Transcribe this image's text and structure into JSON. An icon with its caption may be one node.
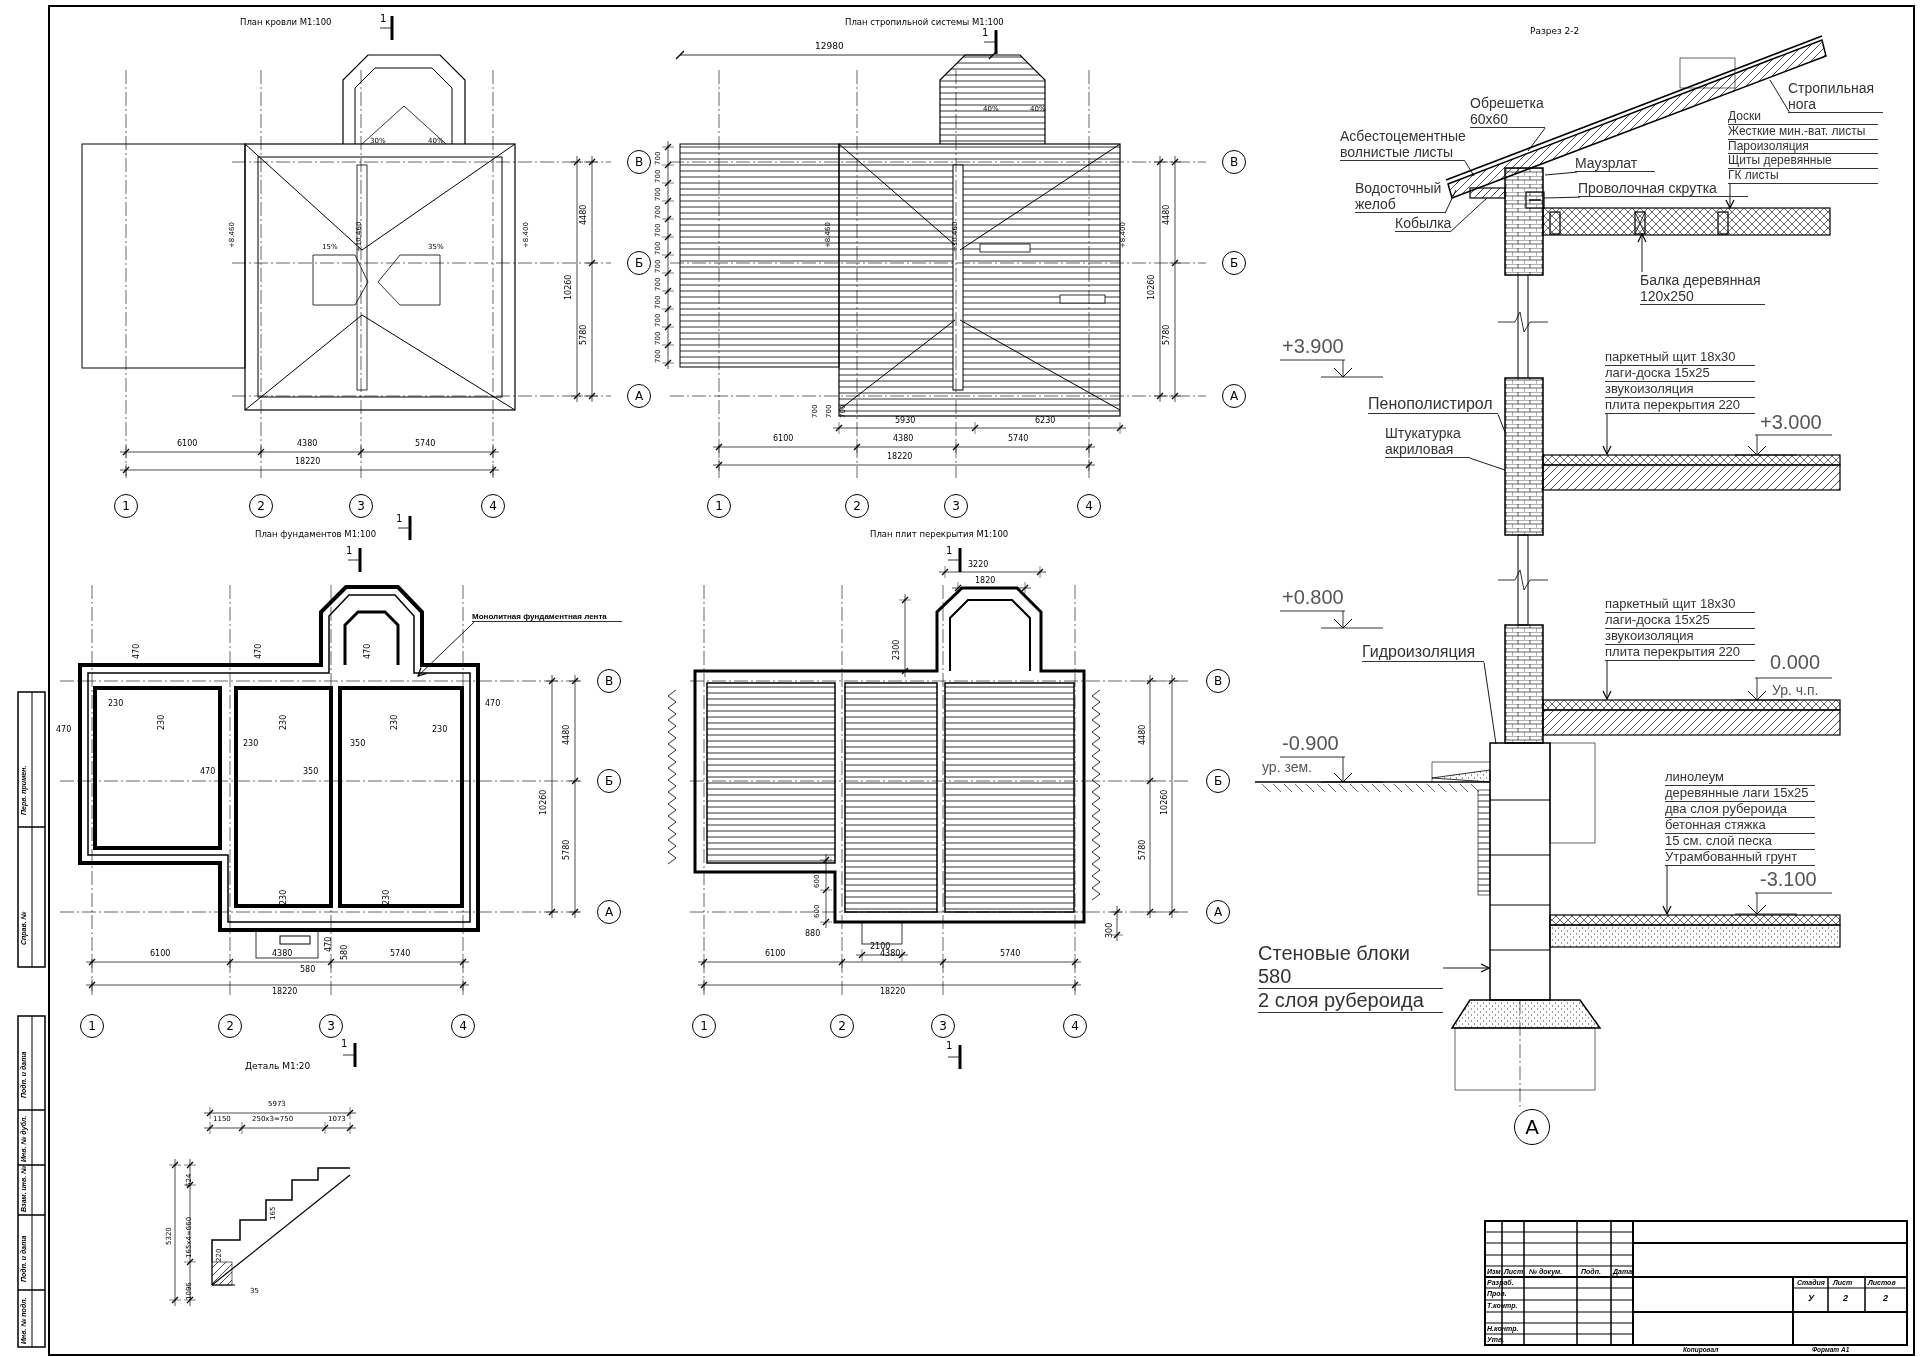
{
  "diagram": {
    "nodes": [
      {
        "text": [
          "1"
        ]
      },
      {
        "text": [
          "2"
        ]
      },
      {
        "text": [
          "3"
        ]
      },
      {
        "text": [
          "4"
        ]
      },
      {
        "text": [
          "В"
        ]
      },
      {
        "text": [
          "Б"
        ]
      },
      {
        "text": [
          "А"
        ]
      },
      {
        "text": [
          "1"
        ]
      },
      {
        "text": [
          "2"
        ]
      },
      {
        "text": [
          "3"
        ]
      },
      {
        "text": [
          "4"
        ]
      },
      {
        "text": [
          "В"
        ]
      },
      {
        "text": [
          "Б"
        ]
      },
      {
        "text": [
          "А"
        ]
      },
      {
        "text": [
          "Стропильная нога"
        ]
      },
      {
        "text": [
          "Обрешетка 60x60"
        ]
      },
      {
        "text": [
          "Асбестоцементные волнистые листы"
        ]
      },
      {
        "text": [
          "Водосточный желоб"
        ]
      },
      {
        "text": [
          "Кобылка"
        ]
      },
      {
        "text": [
          "Маузрлат"
        ]
      },
      {
        "text": [
          "Проволочная скрутка"
        ]
      },
      {
        "text": [
          "Доски",
          "Жесткие мин.-ват. листы",
          "Пароизоляция",
          "Щиты деревянные",
          "ГК листы"
        ]
      },
      {
        "text": [
          "Балка деревянная 120x250"
        ]
      },
      {
        "text": [
          "Пенополистирол"
        ]
      },
      {
        "text": [
          "Штукатурка акриловая"
        ]
      },
      {
        "text": [
          "паркетный щит 18x30",
          "лаги-доска 15x25",
          "звукоизоляция",
          "плита перекрытия 220"
        ]
      },
      {
        "text": [
          "паркетный щит 18x30",
          "лаги-доска 15x25",
          "звукоизоляция",
          "плита перекрытия 220"
        ]
      },
      {
        "text": [
          "Гидроизоляция"
        ]
      },
      {
        "text": [
          "линолеум",
          "деревянные лаги 15x25",
          "два слоя рубероида",
          "бетонная стяжка",
          "15 см. слой песка",
          "Утрамбованный грунт"
        ]
      },
      {
        "text": [
          "Стеновые блоки 580",
          "2 слоя рубероида"
        ]
      },
      {
        "text": [
          "Монолитная фундаментная лента"
        ]
      },
      {
        "text": [
          "1"
        ]
      },
      {
        "text": [
          "2"
        ]
      },
      {
        "text": [
          "3"
        ]
      },
      {
        "text": [
          "4"
        ]
      },
      {
        "text": [
          "В"
        ]
      },
      {
        "text": [
          "Б"
        ]
      },
      {
        "text": [
          "А"
        ]
      },
      {
        "text": [
          "1"
        ]
      },
      {
        "text": [
          "2"
        ]
      },
      {
        "text": [
          "3"
        ]
      },
      {
        "text": [
          "4"
        ]
      },
      {
        "text": [
          "В"
        ]
      },
      {
        "text": [
          "Б"
        ]
      },
      {
        "text": [
          "А"
        ]
      },
      {
        "text": [
          "А"
        ]
      },
      {
        "text": [],
        "shape": "bar"
      },
      {
        "text": [],
        "shape": "bar"
      },
      {
        "text": [],
        "shape": "bar"
      },
      {
        "text": [],
        "shape": "bar",
        "in": 48
      }
    ],
    "edges": [
      {
        "from": 14,
        "to": null,
        "arrow": "none"
      },
      {
        "from": 15,
        "to": null,
        "arrow": "none"
      },
      {
        "from": 16,
        "to": null,
        "arrow": "none"
      },
      {
        "from": 17,
        "to": null,
        "arrow": "none"
      },
      {
        "from": 18,
        "to": 46,
        "arrow": "none"
      },
      {
        "from": 19,
        "to": null,
        "arrow": "none"
      },
      {
        "from": 20,
        "to": 47,
        "arrow": "none"
      },
      {
        "from": 21,
        "to": 48,
        "arrow": "to"
      },
      {
        "from": 22,
        "to": 49,
        "arrow": "to"
      },
      {
        "from": 23,
        "to": null,
        "arrow": "none"
      },
      {
        "from": 24,
        "to": null,
        "arrow": "none"
      },
      {
        "from": 25,
        "to": null,
        "arrow": "to"
      },
      {
        "from": 26,
        "to": null,
        "arrow": "to"
      },
      {
        "from": 27,
        "to": null,
        "arrow": "none"
      },
      {
        "from": 28,
        "to": null,
        "arrow": "to"
      },
      {
        "from": 29,
        "to": null,
        "arrow": "to"
      },
      {
        "from": 30,
        "to": null,
        "arrow": "to"
      }
    ],
    "labels": [
      "План кровли М1:100",
      "План стропильной системы М1:100",
      "Разрез 2-2",
      "1",
      "1",
      "30%",
      "40%",
      "15%",
      "35%",
      "+8.460",
      "+10.460",
      "+8.400",
      "40%",
      "40%",
      "+8.460",
      "+10.460",
      "+8.400",
      "12980",
      "700",
      "700",
      "700",
      "700",
      "700",
      "700",
      "700",
      "700",
      "700",
      "700",
      "700",
      "700",
      "700",
      "700",
      "700",
      "5930",
      "6230",
      "6100",
      "4380",
      "5740",
      "18220",
      "4480",
      "10260",
      "5780",
      "6100",
      "4380",
      "5740",
      "18220",
      "4480",
      "10260",
      "5780",
      "+3.900",
      "+3.000",
      "План фундаментов М1:100",
      "План плит перекрытия М1:100",
      "1",
      "1",
      "1",
      "3220",
      "1820",
      "+0.800",
      "2300",
      "0.000",
      "Ур. ч.п.",
      "470",
      "470",
      "470",
      "230",
      "230",
      "230",
      "230",
      "470",
      "470",
      "230",
      "230",
      "350",
      "470",
      "350",
      "-0.900",
      "ур. зем.",
      "4480",
      "10260",
      "5780",
      "4480",
      "10260",
      "5780",
      "600",
      "600",
      "-3.100",
      "230",
      "230",
      "880",
      "300",
      "470",
      "580",
      "2100",
      "580",
      "6100",
      "4380",
      "5740",
      "6100",
      "4380",
      "5740",
      "18220",
      "18220",
      "1",
      "Деталь М1:20",
      "1",
      "5973",
      "1150",
      "250х3=750",
      "1073",
      "624",
      "5320",
      "165х4=660",
      "165",
      "220",
      "1096",
      "35",
      "Перв. примен.",
      "Справ. №",
      "Подп. и дата",
      "Инв. № дубл.",
      "Взам. инв. №",
      "Подп. и дата",
      "Инв. № подл.",
      "Изм.",
      "Лист",
      "№ докум.",
      "Подп.",
      "Дата",
      "Стадия",
      "Лист",
      "Листов",
      "Разраб.",
      "У",
      "2",
      "2",
      "Пров.",
      "Т.контр.",
      "Н.контр.",
      "Утв.",
      "Копировал",
      "Формат А1"
    ]
  }
}
